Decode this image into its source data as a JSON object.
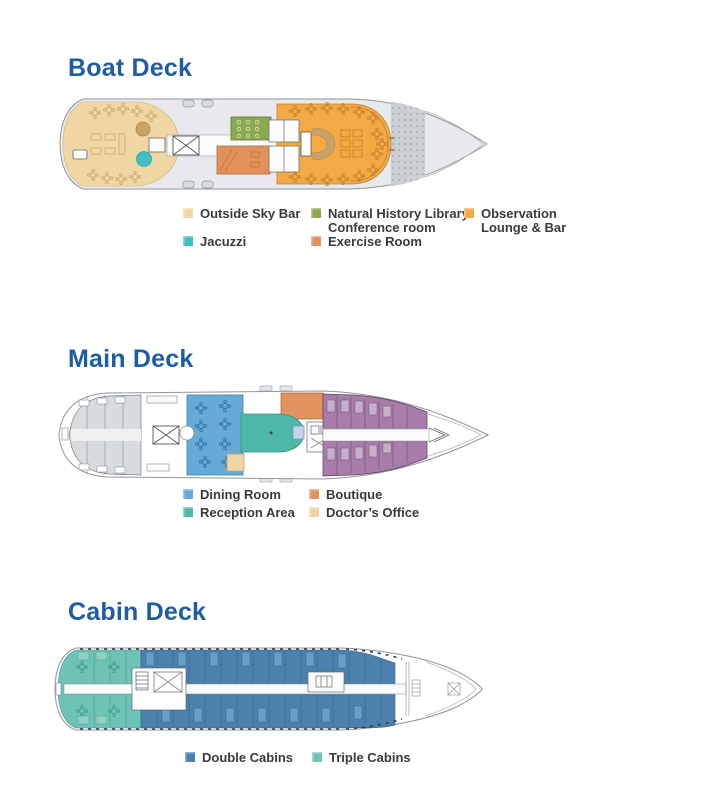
{
  "colors": {
    "accent_blue": "#1E5CA8",
    "text": "#3A3A3B"
  },
  "decks": {
    "boat": {
      "title": "Boat Deck",
      "legend": [
        {
          "label": "Outside Sky Bar",
          "color": "#EFD6A2"
        },
        {
          "label": "Jacuzzi",
          "color": "#3FBEC4"
        },
        {
          "label": "Natural History Library",
          "label2": "Conference room",
          "color": "#8CA851"
        },
        {
          "label": "Exercise Room",
          "color": "#E2905C"
        },
        {
          "label": "Observation",
          "label2": "Lounge & Bar",
          "color": "#F3A944"
        }
      ]
    },
    "main": {
      "title": "Main Deck",
      "legend": [
        {
          "label": "Dining Room",
          "color": "#66ABD8"
        },
        {
          "label": "Reception Area",
          "color": "#4FB9A9"
        },
        {
          "label": "Boutique",
          "color": "#E2925F"
        },
        {
          "label": "Doctor’s Office",
          "color": "#EFD4A6"
        }
      ]
    },
    "cabin": {
      "title": "Cabin Deck",
      "legend": [
        {
          "label": "Double Cabins",
          "color": "#4C81AD"
        },
        {
          "label": "Triple Cabins",
          "color": "#6FC3B4"
        }
      ]
    }
  }
}
